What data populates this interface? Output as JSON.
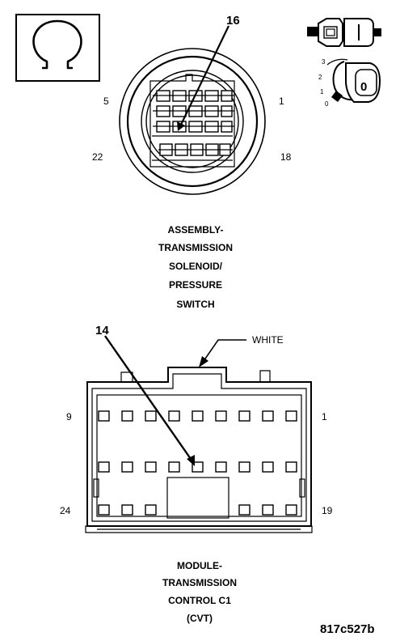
{
  "connector1": {
    "pin_callout": "16",
    "pin_labels": {
      "top_left": "5",
      "top_right": "1",
      "bottom_left": "22",
      "bottom_right": "18"
    },
    "caption_lines": [
      "ASSEMBLY-",
      "TRANSMISSION",
      "SOLENOID/",
      "PRESSURE",
      "SWITCH"
    ]
  },
  "ignition_icon": {
    "positions": [
      "3",
      "2",
      "1",
      "0"
    ],
    "key_label": "0"
  },
  "ohm_icon": {
    "symbol": "Ω"
  },
  "connector2": {
    "pin_callout": "14",
    "color_label": "WHITE",
    "pin_labels": {
      "top_left": "9",
      "top_right": "1",
      "bottom_left": "24",
      "bottom_right": "19"
    },
    "caption_lines": [
      "MODULE-",
      "TRANSMISSION",
      "CONTROL C1",
      "(CVT)"
    ]
  },
  "figure_code": "817c527b"
}
